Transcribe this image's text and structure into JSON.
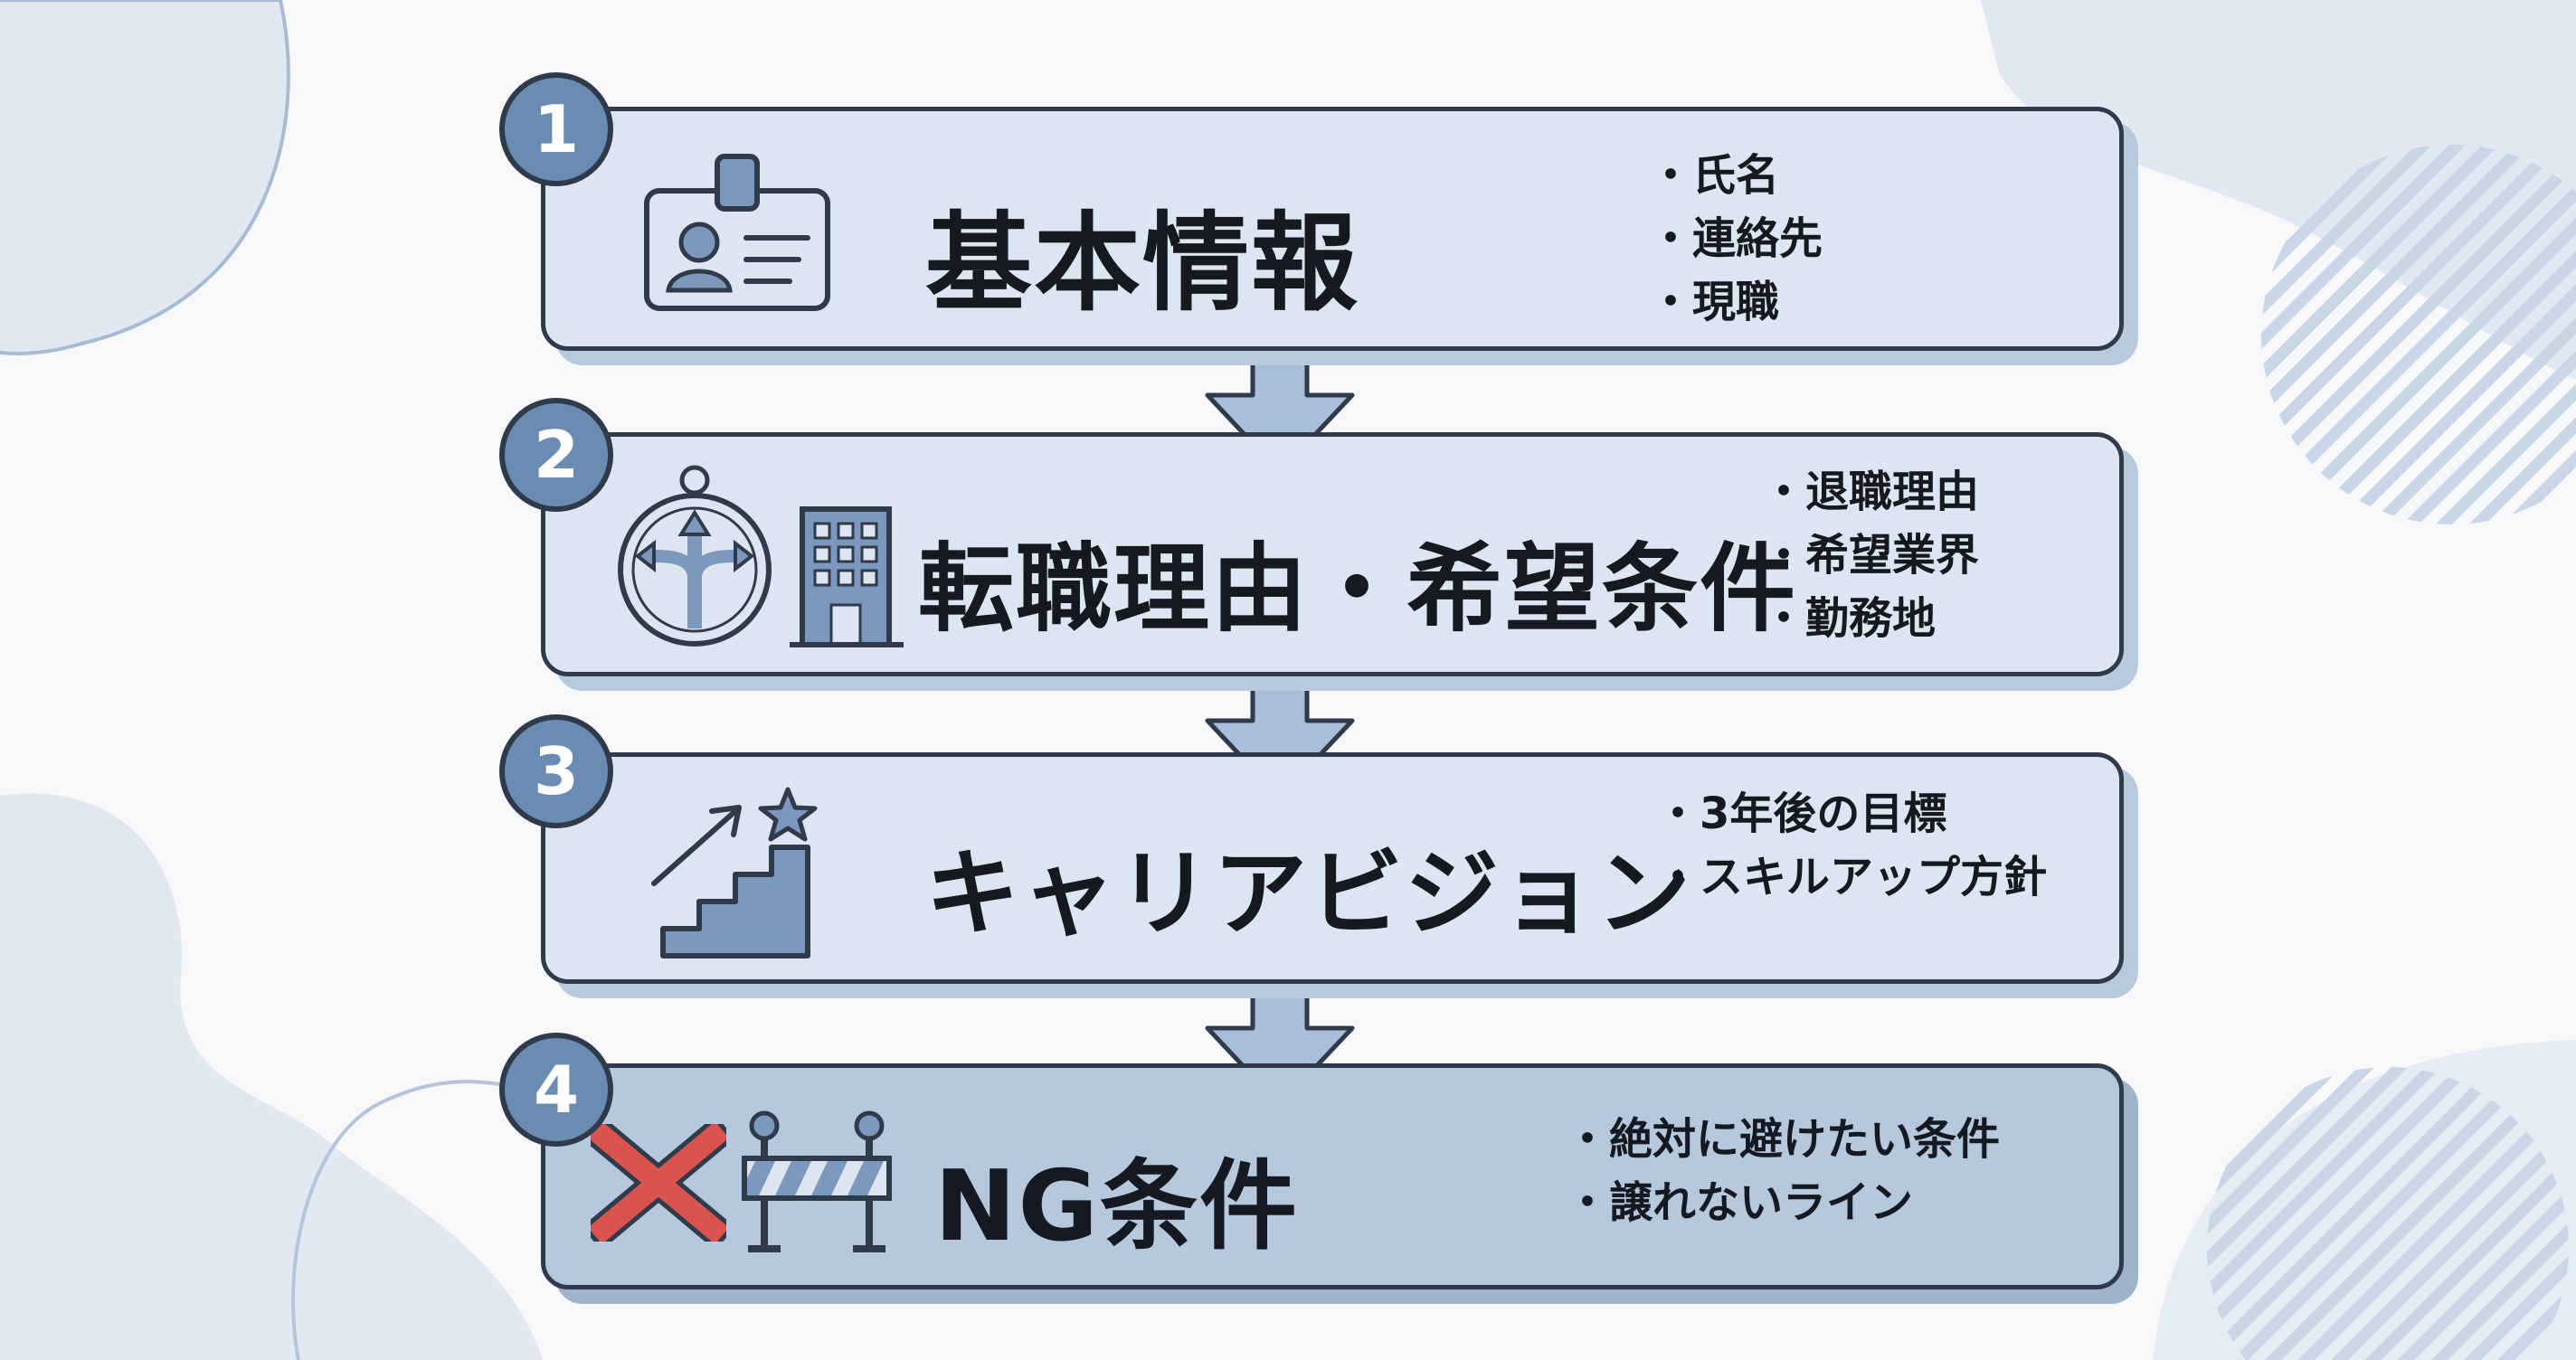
{
  "steps": [
    {
      "number": "1",
      "title": "基本情報",
      "icon": "id-card-icon",
      "bullets": [
        "氏名",
        "連絡先",
        "現職"
      ]
    },
    {
      "number": "2",
      "title": "転職理由・希望条件",
      "icon": "crossroads-compass-icon",
      "icon2": "office-building-icon",
      "bullets": [
        "退職理由",
        "希望業界",
        "勤務地"
      ]
    },
    {
      "number": "3",
      "title": "キャリアビジョン",
      "icon": "stairs-star-icon",
      "bullets": [
        "3年後の目標",
        "スキルアップ方針"
      ]
    },
    {
      "number": "4",
      "title": "NG条件",
      "icon": "red-x-icon",
      "icon2": "road-barrier-icon",
      "bullets": [
        "絶対に避けたい条件",
        "譲れないライン"
      ]
    }
  ],
  "colors": {
    "badge": "#6a8bb2",
    "card": "#dde6f0",
    "card_dark": "#b6c8dc",
    "outline": "#2f3a4a",
    "accent_red": "#d9534f"
  }
}
